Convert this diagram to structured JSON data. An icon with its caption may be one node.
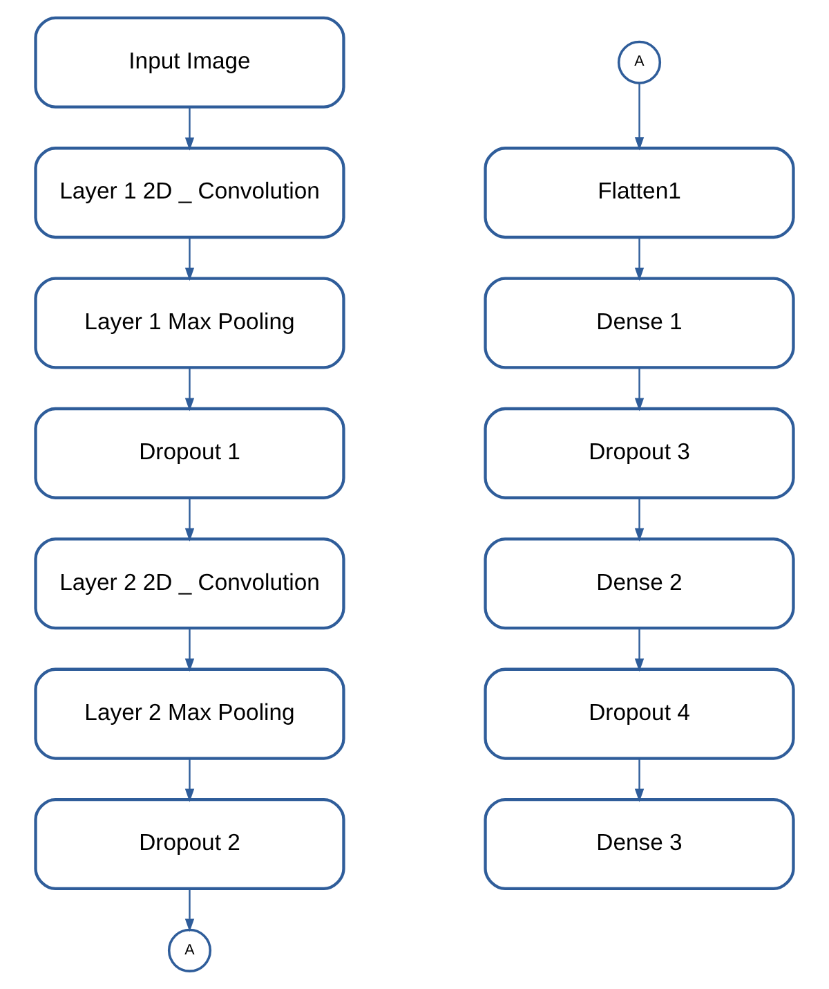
{
  "diagram": {
    "nodes": [
      {
        "text": [
          "Input Image"
        ]
      },
      {
        "text": [
          "Layer 1 2D _ Convolution"
        ]
      },
      {
        "text": [
          "Layer 1 Max Pooling"
        ]
      },
      {
        "text": [
          "Dropout 1"
        ]
      },
      {
        "text": [
          "Layer 2 2D _ Convolution"
        ]
      },
      {
        "text": [
          "Layer 2 Max Pooling"
        ]
      },
      {
        "text": [
          "Dropout 2"
        ]
      },
      {
        "text": [
          "A"
        ]
      },
      {
        "text": [
          "A"
        ]
      },
      {
        "text": [
          "Flatten1"
        ]
      },
      {
        "text": [
          "Dense 1"
        ]
      },
      {
        "text": [
          "Dropout 3"
        ]
      },
      {
        "text": [
          "Dense 2"
        ]
      },
      {
        "text": [
          "Dropout 4"
        ]
      },
      {
        "text": [
          "Dense 3"
        ]
      }
    ],
    "edges": [
      {
        "from": 0,
        "to": 1,
        "arrow": "to"
      },
      {
        "from": 1,
        "to": 2,
        "arrow": "to"
      },
      {
        "from": 2,
        "to": 3,
        "arrow": "to"
      },
      {
        "from": 3,
        "to": 4,
        "arrow": "to"
      },
      {
        "from": 4,
        "to": 5,
        "arrow": "to"
      },
      {
        "from": 5,
        "to": 6,
        "arrow": "to"
      },
      {
        "from": 6,
        "to": 7,
        "arrow": "to"
      },
      {
        "from": 8,
        "to": 9,
        "arrow": "to"
      },
      {
        "from": 9,
        "to": 10,
        "arrow": "to"
      },
      {
        "from": 10,
        "to": 11,
        "arrow": "to"
      },
      {
        "from": 11,
        "to": 12,
        "arrow": "to"
      },
      {
        "from": 12,
        "to": 13,
        "arrow": "to"
      },
      {
        "from": 13,
        "to": 14,
        "arrow": "to"
      }
    ]
  }
}
